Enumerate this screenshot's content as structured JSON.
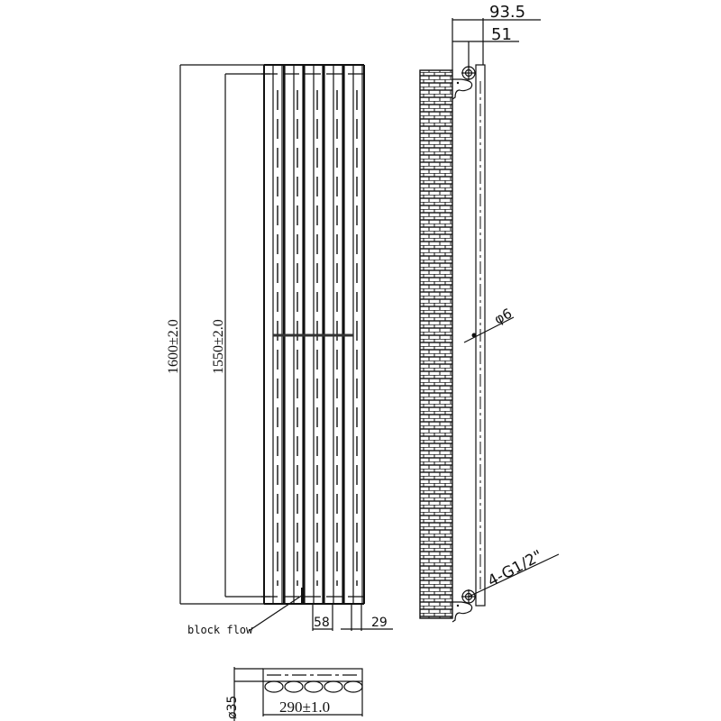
{
  "drawing": {
    "title": "Vertical designer radiator technical drawing",
    "dimensions": {
      "overall_height": "1600±2.0",
      "pipe_centres": "1550±2.0",
      "wall_projection": "93.5",
      "wall_to_pipe_centre": "51",
      "pipe_diameter": "φ6",
      "connection_spec": "4-G1/2\"",
      "section_pitch": "58",
      "section_width": "29",
      "overall_width": "290±1.0",
      "tube_diameter": "ø35"
    },
    "annotations": {
      "block_flow": "block flow"
    },
    "views": [
      "front-elevation",
      "side-elevation",
      "plan-view"
    ],
    "panel_count": 5
  }
}
